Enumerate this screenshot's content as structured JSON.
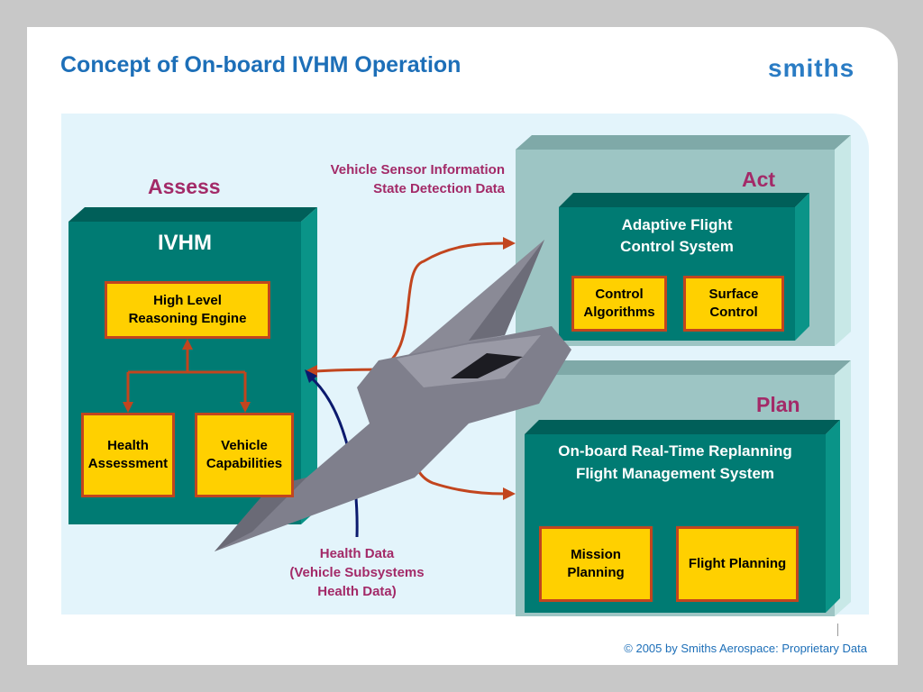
{
  "slide": {
    "title": "Concept of On-board IVHM Operation",
    "logo": "smiths",
    "footer": "© 2005 by Smiths Aerospace: Proprietary Data"
  },
  "assess": {
    "label": "Assess",
    "box_title": "IVHM",
    "reasoning_engine": "High Level\nReasoning Engine",
    "health_assessment": "Health\nAssessment",
    "vehicle_capabilities": "Vehicle\nCapabilities"
  },
  "act": {
    "label": "Act",
    "box_title": "Adaptive Flight\nControl System",
    "control_algorithms": "Control\nAlgorithms",
    "surface_control": "Surface\nControl"
  },
  "plan": {
    "label": "Plan",
    "box_title": "On-board Real-Time Replanning\nFlight Management System",
    "mission_planning": "Mission\nPlanning",
    "flight_planning": "Flight Planning"
  },
  "captions": {
    "sensor": "Vehicle Sensor Information\nState Detection Data",
    "health": "Health Data\n(Vehicle Subsystems\nHealth Data)"
  },
  "colors": {
    "title_blue": "#1d6fb8",
    "teal": "#007b73",
    "light_teal": "#9dc5c4",
    "yellow": "#ffd000",
    "arrow_red": "#c2451e",
    "arrow_navy": "#0b1a6e",
    "label_magenta": "#a32a68"
  },
  "icons": {
    "aircraft": "uav-aircraft-icon"
  }
}
